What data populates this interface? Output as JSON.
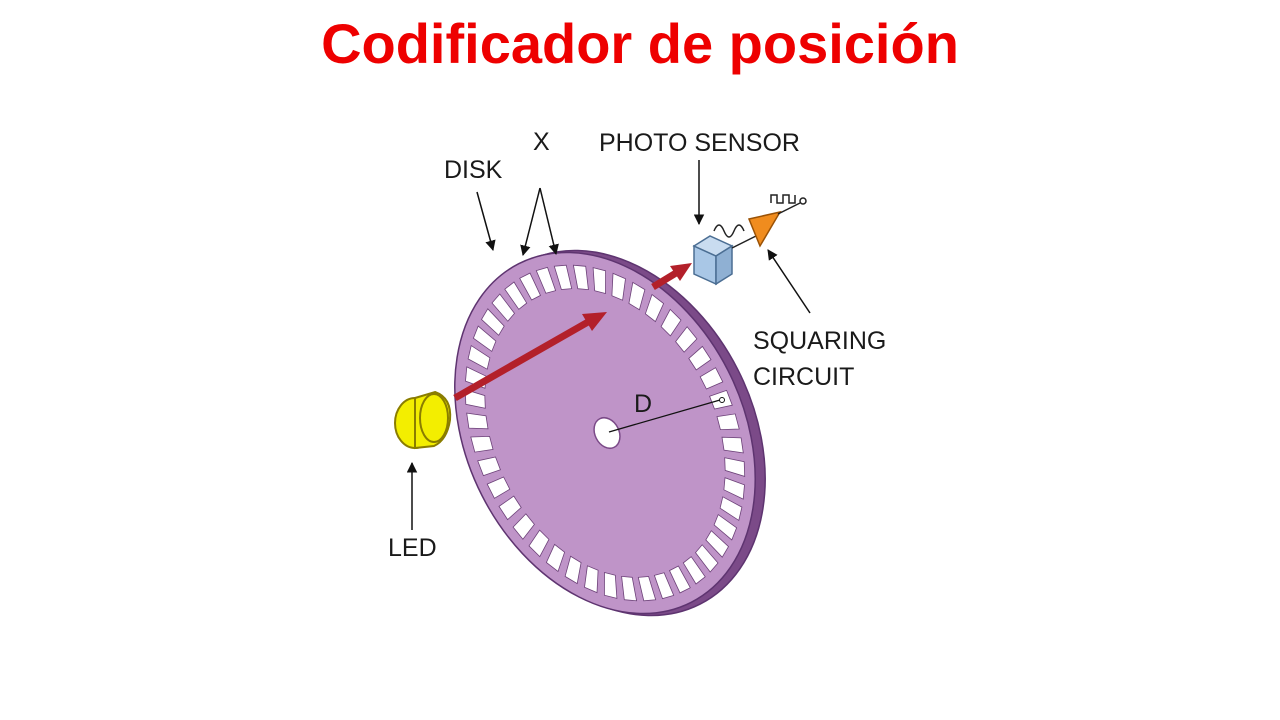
{
  "title": "Codificador de posición",
  "colors": {
    "title": "#ee0000",
    "disk_face": "#bf94c8",
    "disk_edge": "#7b4a88",
    "disk_outline": "#5e3470",
    "slot": "#ffffff",
    "led": "#f3ee00",
    "led_outline": "#8a7d00",
    "beam": "#b3202a",
    "sensor": "#a9c7e6",
    "amplifier": "#f08c1e",
    "pointer": "#111111"
  },
  "icons": {
    "led": "led-icon",
    "sensor": "photo-sensor-icon",
    "amplifier": "squaring-amplifier-icon",
    "sine_wave": "sine-wave-icon",
    "square_wave": "square-wave-icon"
  },
  "diagram": {
    "slot_count": 44,
    "labels": {
      "x": "X",
      "disk": "DISK",
      "photo_sensor": "PHOTO SENSOR",
      "squaring_line1": "SQUARING",
      "squaring_line2": "CIRCUIT",
      "diameter": "D",
      "led": "LED"
    }
  }
}
